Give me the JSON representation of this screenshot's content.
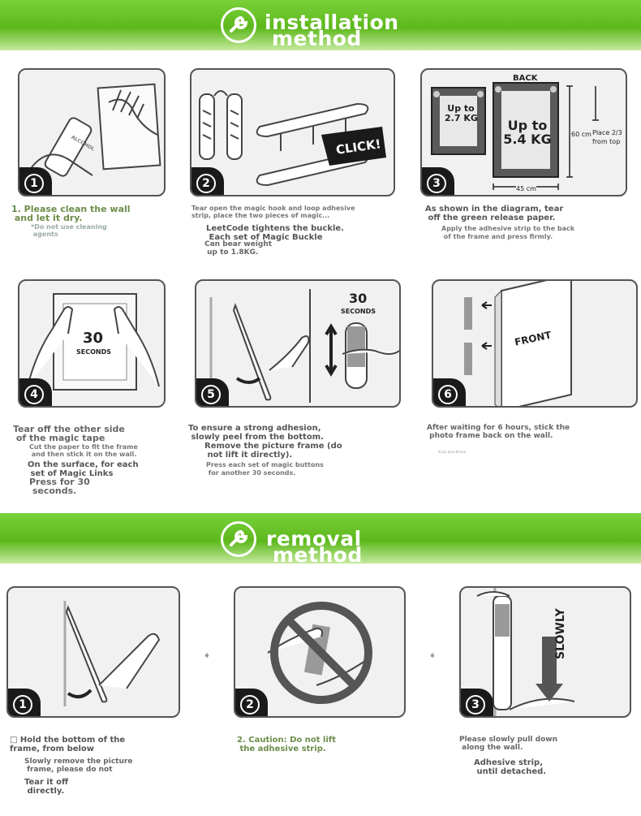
{
  "installation": {
    "title_line1": "installation",
    "title_line2": "method",
    "steps": [
      {
        "num": "1",
        "heading": "1. Please clean the wall\n and let it dry.",
        "note": "*Do not use cleaning\n agents",
        "illustration_text": "ALCOHOL"
      },
      {
        "num": "2",
        "desc": "Tear open the magic hook and loop adhesive\nstrip, place the two pieces of magic...",
        "line2": "LeetCode tightens the buckle.\n Each set of Magic Buckle",
        "line3": "Can bear weight\n up to 1.8KG.",
        "illustration_text": "CLICK!"
      },
      {
        "num": "3",
        "desc": "As shown in the diagram, tear\n off the green release paper.",
        "line2": "Apply the adhesive strip to the back\n of the frame and press firmly.",
        "back_label": "BACK",
        "small_frame_label": "Up to\n2.7 KG",
        "big_frame_label": "Up to\n5.4 KG",
        "height_label": "60 cm",
        "width_label": "45 cm",
        "place_label": "Place 2/3\nfrom top"
      },
      {
        "num": "4",
        "desc": "Tear off the other side\n of the magic tape",
        "line2": "Cut the paper to fit the frame\n and then stick it on the wall.",
        "line3": "On the surface, for each\n set of Magic Links",
        "line4": "Press for 30\n seconds.",
        "timer_num": "30",
        "timer_label": "SECONDS"
      },
      {
        "num": "5",
        "desc": "To ensure a strong adhesion,\n slowly peel from the bottom.",
        "line2": "Remove the picture frame (do\n not lift it directly).",
        "line3": "Press each set of magic buttons\n for another 30 seconds.",
        "timer_num": "30",
        "timer_label": "SECONDS"
      },
      {
        "num": "6",
        "desc": "After waiting for 6 hours, stick the\n photo frame back on the wall.",
        "footnote": "Kraju pine Kenna",
        "front_label": "FRONT"
      }
    ]
  },
  "removal": {
    "title_line1": "removal",
    "title_line2": "method",
    "steps": [
      {
        "num": "1",
        "desc": "□ Hold the bottom of the\nframe, from below",
        "line2": "Slowly remove the picture\n frame, please do not",
        "line3": "Tear it off\n directly."
      },
      {
        "num": "2",
        "desc": "2. Caution: Do not lift\n the adhesive strip."
      },
      {
        "num": "3",
        "desc": "Please slowly pull down\n along the wall.",
        "line2": "Adhesive strip,\n until detached.",
        "slowly_label": "SLOWLY"
      }
    ],
    "separator": "➧"
  },
  "colors": {
    "banner_green": "#5db81c",
    "text_green": "#6c8d4a",
    "badge_black": "#1a1a1a"
  },
  "icons": [
    "wrench-icon",
    "arrow-right-icon",
    "no-sign-icon",
    "down-arrow-icon"
  ]
}
